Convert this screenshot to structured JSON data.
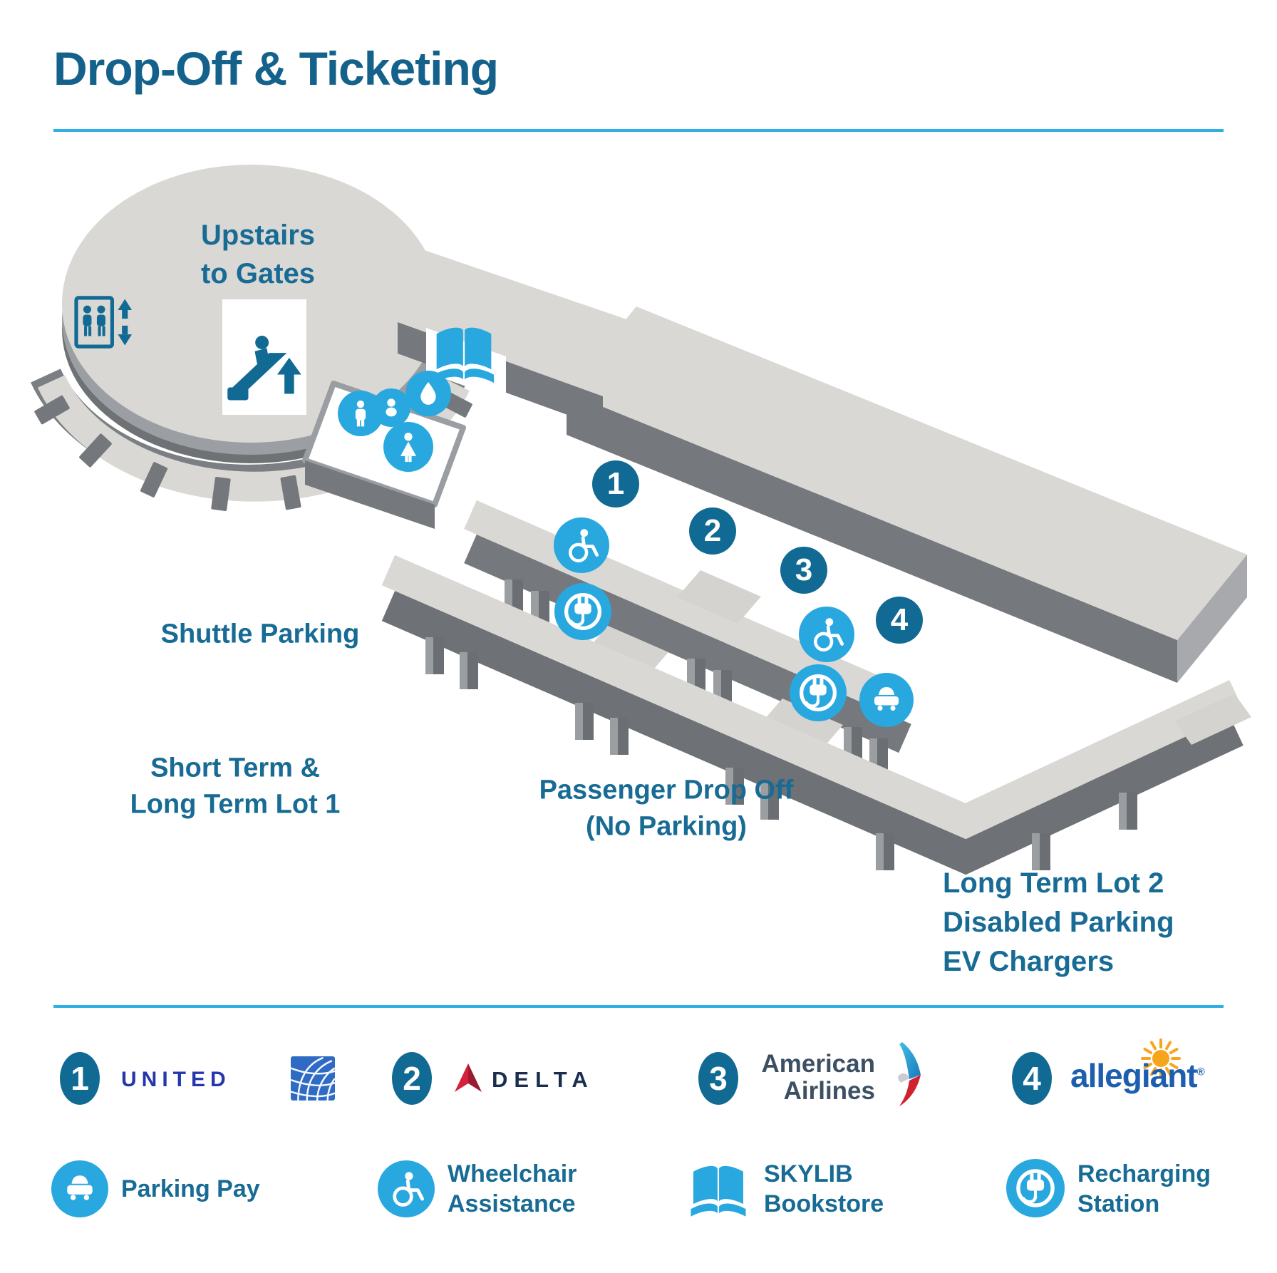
{
  "title": "Drop-Off & Ticketing",
  "map": {
    "labels": {
      "upstairs_1": "Upstairs",
      "upstairs_2": "to Gates",
      "shuttle": "Shuttle Parking",
      "short_1": "Short Term &",
      "short_2": "Long Term Lot 1",
      "drop_1": "Passenger Drop Off",
      "drop_2": "(No Parking)",
      "lot2_1": "Long Term Lot 2",
      "lot2_2": "Disabled Parking",
      "lot2_3": "EV Chargers"
    },
    "gate_numbers": [
      "1",
      "2",
      "3",
      "4"
    ],
    "icons": {
      "elevator": "elevator-icon",
      "escalator": "escalator-icon",
      "mens_restroom": "mens-restroom-icon",
      "womens_restroom": "womens-restroom-icon",
      "baby_care": "baby-care-icon",
      "water_fountain": "water-fountain-icon",
      "bookstore": "open-book-icon",
      "wheelchair": "wheelchair-icon",
      "ev_charger": "plug-icon",
      "parking_pay": "car-icon"
    }
  },
  "legend": {
    "airlines": [
      {
        "number": "1",
        "name": "UNITED"
      },
      {
        "number": "2",
        "name": "DELTA"
      },
      {
        "number": "3",
        "name_1": "American",
        "name_2": "Airlines"
      },
      {
        "number": "4",
        "name": "allegiant",
        "mark": "®"
      }
    ],
    "services": [
      {
        "icon": "car",
        "label_1": "Parking Pay",
        "label_2": ""
      },
      {
        "icon": "wheelchair",
        "label_1": "Wheelchair",
        "label_2": "Assistance"
      },
      {
        "icon": "book",
        "label_1": "SKYLIB",
        "label_2": "Bookstore"
      },
      {
        "icon": "plug",
        "label_1": "Recharging",
        "label_2": "Station"
      }
    ]
  },
  "colors": {
    "accent_blue": "#29a8e0",
    "dark_blue": "#116a93",
    "text_teal": "#176b94",
    "united_blue": "#2537ad",
    "delta_navy": "#1b2d4f",
    "delta_red": "#d6203c",
    "american_slate": "#3d4f63",
    "allegiant_blue": "#1d5fae",
    "allegiant_orange": "#f6a51d",
    "map_light_gray": "#d9d8d4",
    "map_dark_gray": "#75787c"
  }
}
